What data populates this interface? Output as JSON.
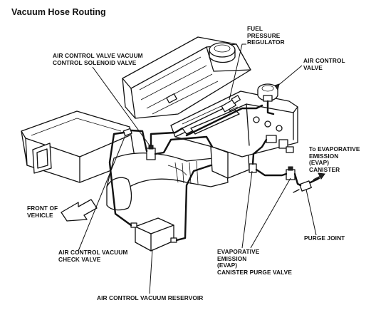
{
  "title": "Vacuum Hose Routing",
  "labels": {
    "fuel_pressure_regulator": "FUEL\nPRESSURE\nREGULATOR",
    "air_control_valve_solenoid": "AIR CONTROL VALVE VACUUM\nCONTROL SOLENOID VALVE",
    "air_control_valve": "AIR CONTROL\nVALVE",
    "evap_canister": "To EVAPORATIVE\nEMISSION\n(EVAP)\nCANISTER",
    "front_of_vehicle": "FRONT OF\nVEHICLE",
    "purge_joint": "PURGE JOINT",
    "air_control_vacuum_check_valve": "AIR CONTROL VACUUM\nCHECK VALVE",
    "evap_purge_valve": "EVAPORATIVE\nEMISSION\n(EVAP)\nCANISTER PURGE VALVE",
    "air_control_vacuum_reservoir": "AIR CONTROL VACUUM RESERVOIR"
  }
}
